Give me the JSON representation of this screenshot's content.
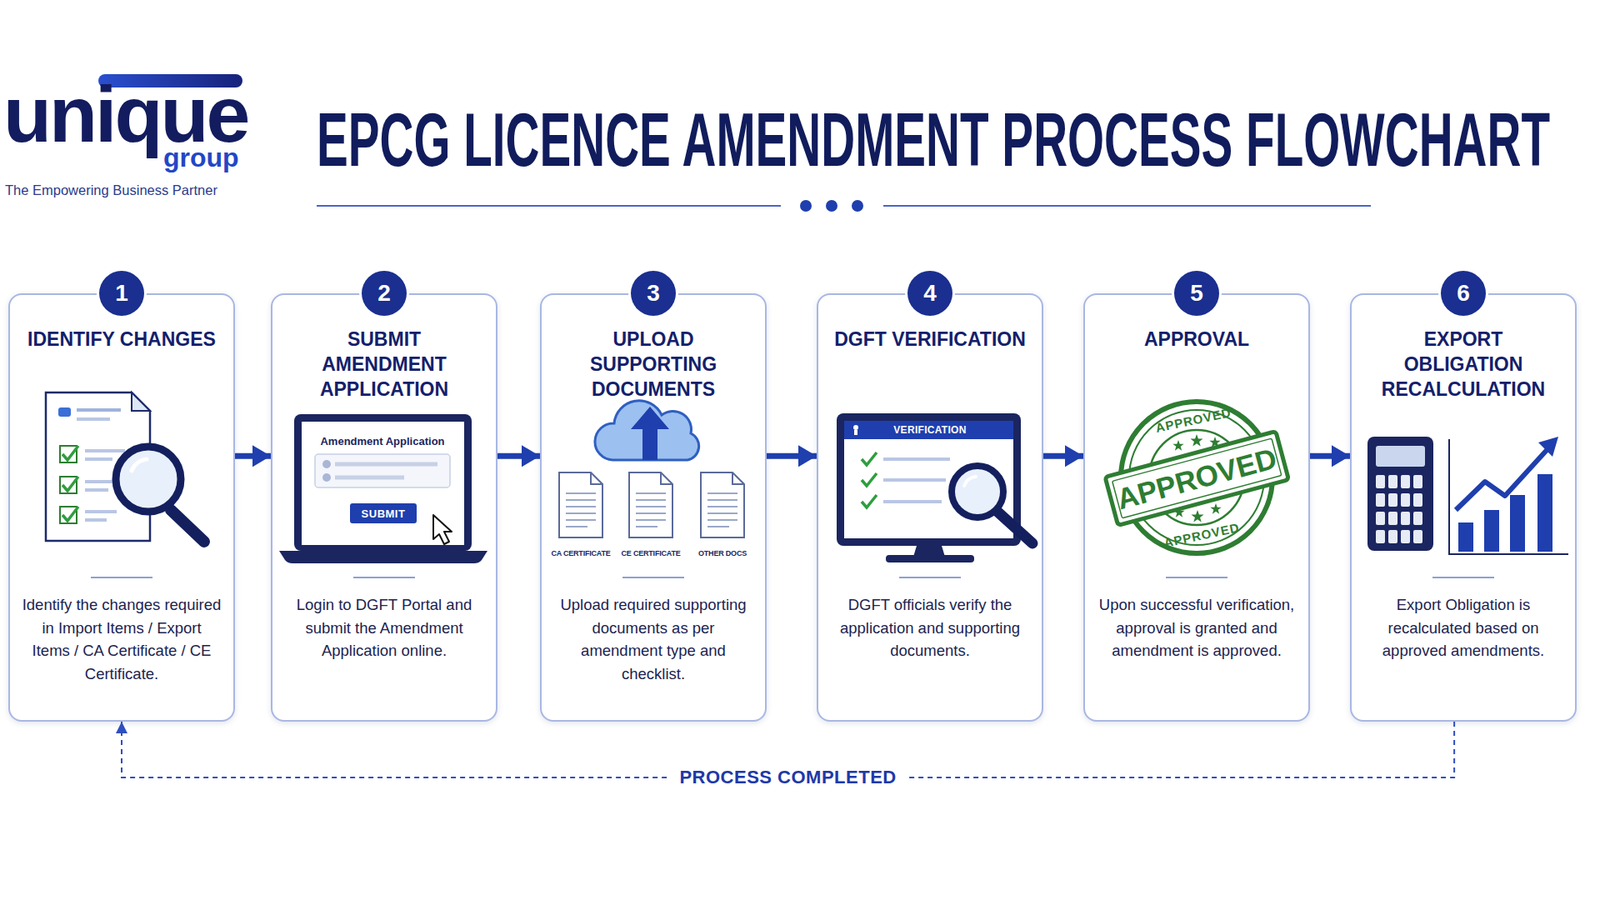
{
  "diagram": {
    "title": "EPCG LICENCE AMENDMENT PROCESS FLOWCHART",
    "nodes": [
      {
        "text": [
          "1",
          "IDENTIFY CHANGES",
          "Identify the changes required in Import Items / Export Items / CA Certificate / CE Certificate."
        ]
      },
      {
        "text": [
          "2",
          "SUBMIT AMENDMENT APPLICATION",
          "Login to DGFT Portal and submit the Amendment Application online."
        ]
      },
      {
        "text": [
          "3",
          "UPLOAD SUPPORTING DOCUMENTS",
          "Upload required supporting documents as per amendment type and checklist."
        ]
      },
      {
        "text": [
          "4",
          "DGFT VERIFICATION",
          "DGFT officials verify the application and supporting documents."
        ]
      },
      {
        "text": [
          "5",
          "APPROVAL",
          "Upon successful verification, approval is granted and amendment is approved."
        ]
      },
      {
        "text": [
          "6",
          "EXPORT OBLIGATION RECALCULATION",
          "Export Obligation is recalculated based on approved amendments."
        ]
      }
    ],
    "edges": [
      {
        "from": 0,
        "to": 1,
        "arrow": "to"
      },
      {
        "from": 1,
        "to": 2,
        "arrow": "to"
      },
      {
        "from": 2,
        "to": 3,
        "arrow": "to"
      },
      {
        "from": 3,
        "to": 4,
        "arrow": "to"
      },
      {
        "from": 4,
        "to": 5,
        "arrow": "to"
      },
      {
        "from": 5,
        "to": 0,
        "label": "PROCESS COMPLETED",
        "arrow": "to"
      }
    ],
    "labels": [
      "unique",
      "group",
      "The Empowering Business Partner",
      "Amendment Application",
      "SUBMIT",
      "CA CERTIFICATE",
      "CE CERTIFICATE",
      "OTHER DOCS",
      "VERIFICATION",
      "APPROVED",
      "APPROVED",
      "APPROVED"
    ]
  }
}
